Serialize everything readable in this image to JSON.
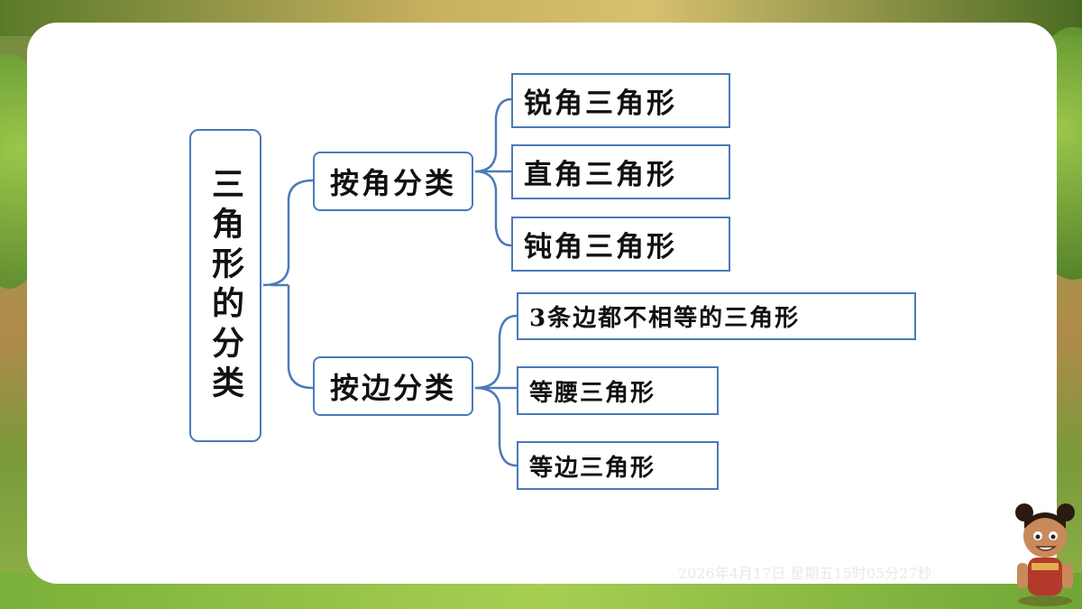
{
  "diagram": {
    "root": "三角形的分类",
    "branches": [
      {
        "label": "按角分类",
        "children": [
          "锐角三角形",
          "直角三角形",
          "钝角三角形"
        ]
      },
      {
        "label": "按边分类",
        "children": [
          "3条边都不相等的三角形",
          "等腰三角形",
          "等边三角形"
        ]
      }
    ]
  },
  "footer": {
    "timestamp": "2026年4月17日 星期五15时05分27秒"
  },
  "colors": {
    "connector": "#4a7ab8",
    "box_border": "#4a7ab8",
    "card": "#ffffff"
  }
}
